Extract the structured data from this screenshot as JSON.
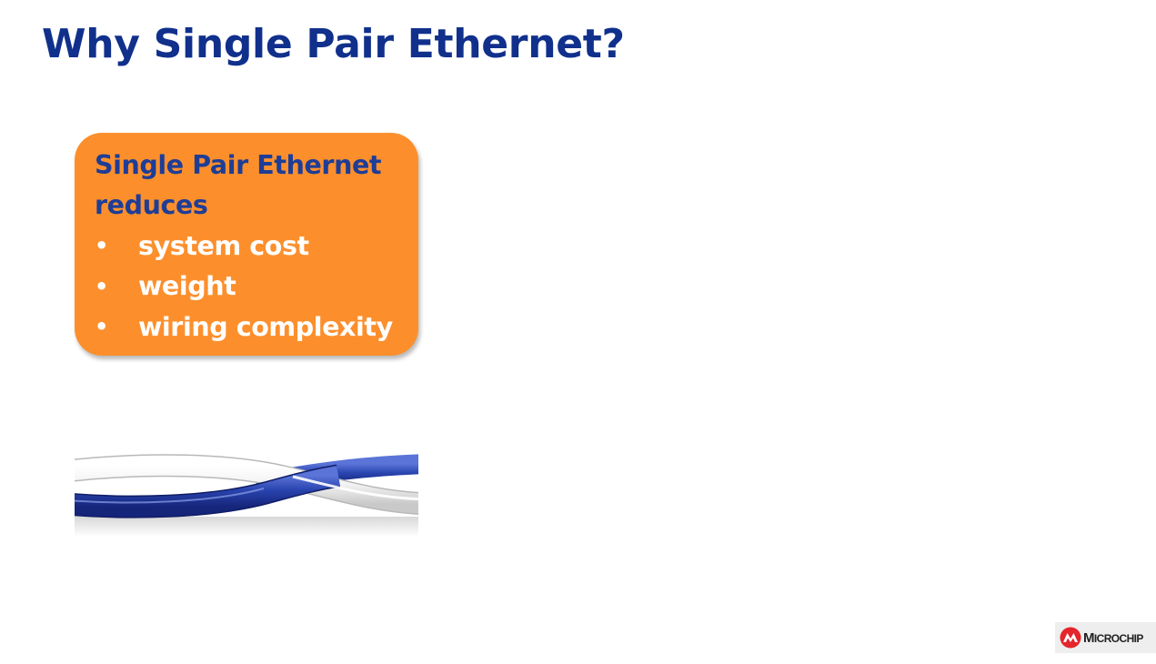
{
  "slide": {
    "title": "Why Single Pair Ethernet?",
    "callout": {
      "heading": "Single Pair Ethernet reduces",
      "bullet_symbol": "•",
      "bullets": [
        "system cost",
        "weight",
        "wiring complexity"
      ],
      "background_color": "#fc8f2c",
      "heading_color": "#1e3d96",
      "bullet_color": "#ffffff"
    },
    "image": {
      "subject": "twisted-pair-cable",
      "wire_colors": [
        "#2a45b0",
        "#f2f2f2"
      ]
    },
    "logo": {
      "brand": "MICROCHIP",
      "first_letter": "M",
      "rest_letters": "ICROCHIP",
      "icon": "microchip-logo-icon",
      "mark_color": "#e4252b"
    },
    "title_color": "#10308c"
  }
}
